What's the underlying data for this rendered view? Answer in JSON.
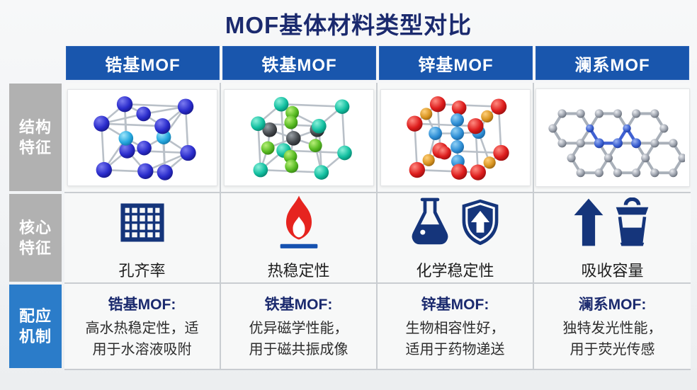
{
  "title": "MOF基体材料类型对比",
  "colors": {
    "title_navy": "#1b2a6e",
    "header_blue": "#1956ad",
    "label_gray": "#b1b1b1",
    "label_blue": "#2b7cc9",
    "cell_bg": "#f7f8f8",
    "grid_line": "#c9cdd1",
    "body_text": "#2d2d2d",
    "icon_navy": "#15357b",
    "flame_red": "#e6241f",
    "flame_bar_blue": "#1652b0"
  },
  "row_labels": [
    {
      "line1": "结构",
      "line2": "特征"
    },
    {
      "line1": "核心",
      "line2": "特征"
    },
    {
      "line1": "配应",
      "line2": "机制"
    }
  ],
  "columns": [
    {
      "header": "锆基MOF",
      "structure_image": "zirconium-mof-crystal-model",
      "feature": "孔齐率",
      "feature_icon": "grid-icon",
      "mech_title": "锆基MOF:",
      "mech_line1": "高水热稳定性，适",
      "mech_line2": "用于水溶液吸附"
    },
    {
      "header": "铁基MOF",
      "structure_image": "iron-mof-crystal-model",
      "feature": "热稳定性",
      "feature_icon": "flame-icon",
      "mech_title": "铁基MOF:",
      "mech_line1": "优异磁学性能，",
      "mech_line2": "用于磁共振成像"
    },
    {
      "header": "锌基MOF",
      "structure_image": "zinc-mof-crystal-model",
      "feature": "化学稳定性",
      "feature_icon": "flask-shield-icon",
      "mech_title": "锌基MOF:",
      "mech_line1": "生物相容性好，",
      "mech_line2": "适用于药物递送"
    },
    {
      "header": "澜系MOF",
      "structure_image": "lanthanide-mof-honeycomb-model",
      "feature": "吸收容量",
      "feature_icon": "arrow-container-icon",
      "mech_title": "澜系MOF:",
      "mech_line1": "独特发光性能，",
      "mech_line2": "用于荧光传感"
    }
  ]
}
